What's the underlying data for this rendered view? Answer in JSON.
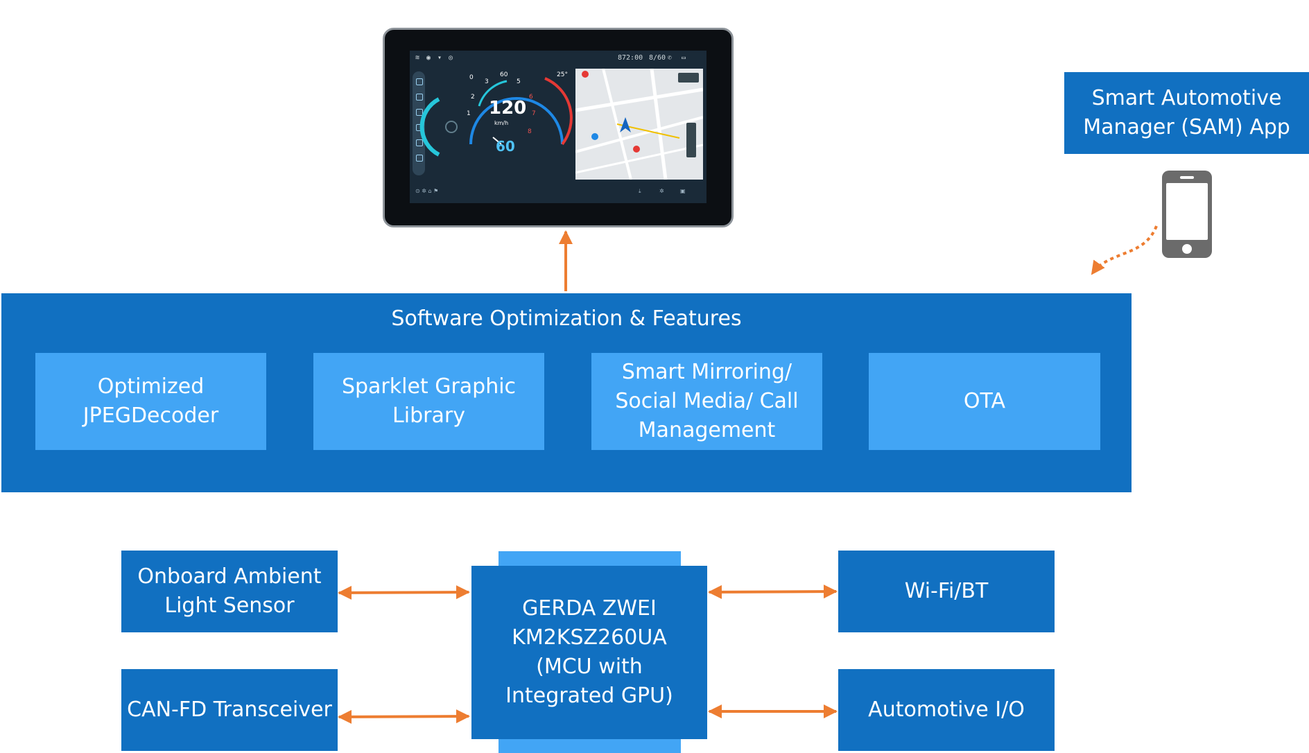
{
  "sam_app": {
    "label": "Smart Automotive\nManager (SAM) App"
  },
  "software": {
    "title": "Software Optimization & Features",
    "features": [
      {
        "label": "Optimized\nJPEGDecoder"
      },
      {
        "label": "Sparklet Graphic\nLibrary"
      },
      {
        "label": "Smart Mirroring/\nSocial Media/ Call\nManagement"
      },
      {
        "label": "OTA"
      }
    ]
  },
  "hardware": {
    "mcu": {
      "label": "GERDA ZWEI\nKM2KSZ260UA\n(MCU with\nIntegrated GPU)"
    },
    "light_sensor": {
      "label": "Onboard Ambient\nLight Sensor"
    },
    "can_fd": {
      "label": "CAN-FD Transceiver"
    },
    "wifi_bt": {
      "label": "Wi-Fi/BT"
    },
    "automotive_io": {
      "label": "Automotive I/O"
    }
  },
  "dashboard": {
    "clock": "872:00",
    "status_right": "8/60",
    "speed": "120",
    "speed_unit": "km/h",
    "secondary_speed": "60",
    "temperature": "25°",
    "gauge_ticks": [
      "0",
      "1",
      "2",
      "3",
      "60",
      "5",
      "6",
      "7",
      "8"
    ]
  },
  "colors": {
    "dark_blue": "#1170c1",
    "light_blue": "#42a5f5",
    "arrow": "#ed7d31"
  }
}
